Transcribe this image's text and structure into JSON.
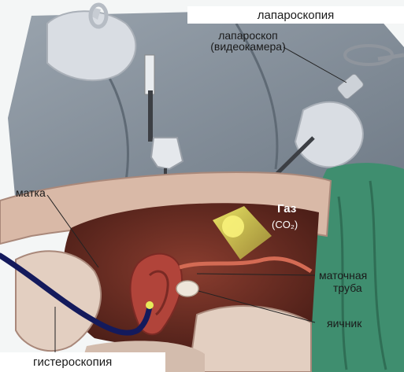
{
  "labels": {
    "laparoscopy": "лапароскопия",
    "laparoscope_line1": "лапароскоп",
    "laparoscope_line2": "(видеокамера)",
    "uterus": "матка",
    "gas_title": "Газ",
    "gas_formula": "(CO₂)",
    "tube_line1": "маточная",
    "tube_line2": "труба",
    "ovary": "яичник",
    "hysteroscopy": "гистероскопия"
  },
  "colors": {
    "shirt": "#7f8a96",
    "glove": "#d9dde3",
    "drape": "#3f8e6f",
    "tissue_outer": "#d9b9a7",
    "cavity": "#6b2b22",
    "uterus": "#b1443a",
    "light_beam": "#e6ea5a",
    "hysteroscope": "#141a5c"
  }
}
